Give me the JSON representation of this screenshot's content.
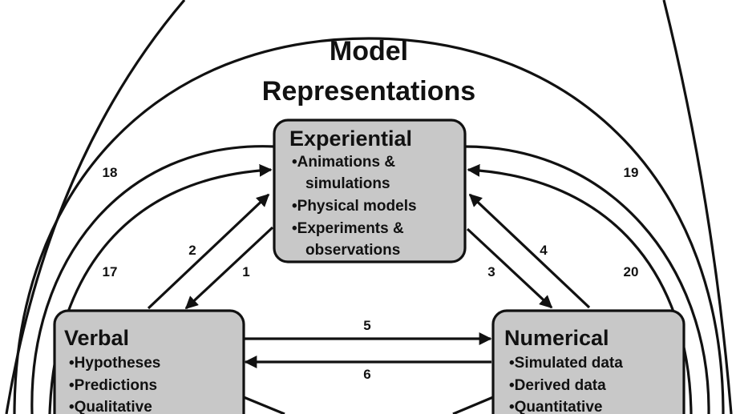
{
  "title": {
    "line1": "Model",
    "line2": "Representations"
  },
  "boxes": {
    "experiential": {
      "title": "Experiential",
      "items": [
        "•Animations &",
        "simulations",
        "•Physical models",
        "•Experiments &",
        "observations"
      ]
    },
    "verbal": {
      "title": "Verbal",
      "items": [
        "•Hypotheses",
        "•Predictions",
        "•Qualitative"
      ]
    },
    "numerical": {
      "title": "Numerical",
      "items": [
        "•Simulated data",
        "•Derived data",
        "•Quantitative"
      ]
    }
  },
  "arrow_labels": {
    "a1": "1",
    "a2": "2",
    "a3": "3",
    "a4": "4",
    "a5": "5",
    "a6": "6",
    "a17": "17",
    "a18": "18",
    "a19": "19",
    "a20": "20"
  }
}
